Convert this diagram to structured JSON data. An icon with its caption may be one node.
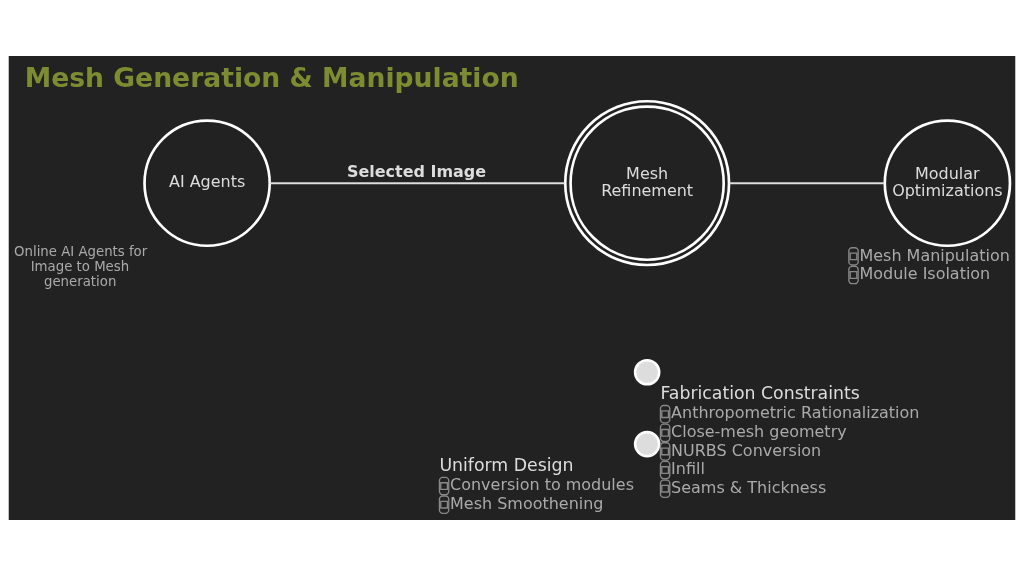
{
  "diagram": {
    "title": "Mesh Generation & Manipulation",
    "nodes": [
      {
        "text": [
          "AI Agents"
        ],
        "beside": [
          "Online AI Agents for Image to Mesh generation"
        ]
      },
      {
        "text": [
          "Mesh Refinement"
        ]
      },
      {
        "text": [
          "Uniform Design",
          "Conversion to modules",
          "Mesh Smoothening"
        ]
      },
      {
        "text": [
          "Fabrication Constraints",
          "Anthropometric Rationalization",
          "Close-mesh geometry",
          "NURBS Conversion",
          "Infill",
          "Seams & Thickness"
        ]
      },
      {
        "text": [
          "Modular Optimizations"
        ],
        "beside": [
          "Mesh Manipulation",
          "Module Isolation"
        ]
      }
    ],
    "edges": [
      {
        "from": 0,
        "to": 1,
        "arrow": "none",
        "label": "Selected Image"
      },
      {
        "from": 1,
        "to": 4,
        "arrow": "none"
      }
    ]
  }
}
